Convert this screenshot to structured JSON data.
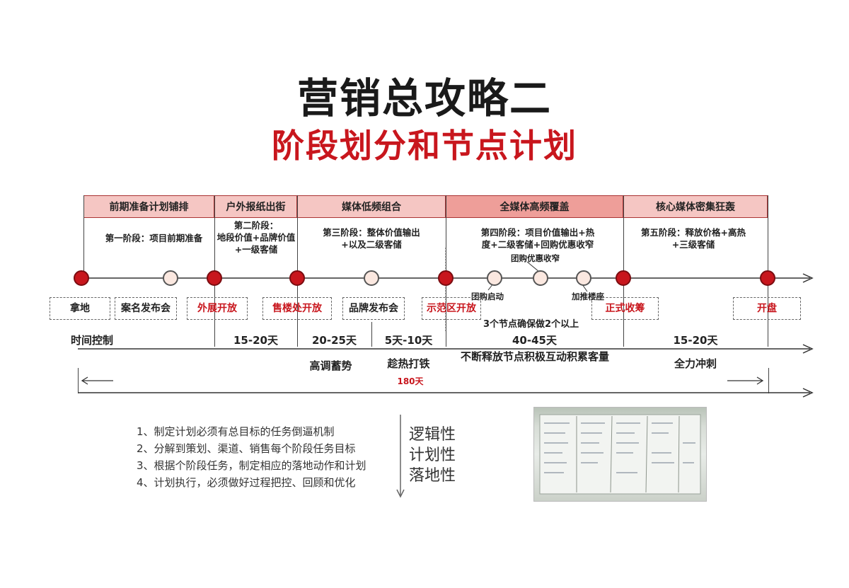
{
  "header": {
    "title": "营销总攻略二",
    "subtitle": "阶段划分和节点计划"
  },
  "phases": [
    {
      "label": "前期准备计划铺排",
      "desc": [
        "第一阶段：项目前期准备"
      ]
    },
    {
      "label": "户外报纸出街",
      "desc": [
        "第二阶段：",
        "地段价值+品牌价值",
        "+一级客储"
      ]
    },
    {
      "label": "媒体低频组合",
      "desc": [
        "第三阶段：整体价值输出",
        "+以及二级客储"
      ]
    },
    {
      "label": "全媒体高频覆盖",
      "desc": [
        "第四阶段：项目价值输出+热",
        "度+二级客储+回购优惠收窄"
      ]
    },
    {
      "label": "核心媒体密集狂轰",
      "desc": [
        "第五阶段：释放价格+高热",
        "+三级客储"
      ]
    }
  ],
  "minor_labels": {
    "group_discount": "团购优惠收窄",
    "group_start": "团购启动",
    "add_building": "加推楼座"
  },
  "milestones": [
    {
      "label": "拿地",
      "color": "dark"
    },
    {
      "label": "案名发布会",
      "color": "dark"
    },
    {
      "label": "外展开放",
      "color": "red"
    },
    {
      "label": "售楼处开放",
      "color": "red"
    },
    {
      "label": "品牌发布会",
      "color": "dark"
    },
    {
      "label": "示范区开放",
      "color": "red"
    },
    {
      "label": "正式收筹",
      "color": "red"
    },
    {
      "label": "开盘",
      "color": "red"
    }
  ],
  "timing": {
    "label": "时间控制",
    "note": "3个节点确保做2个以上",
    "durations": [
      "15-20天",
      "20-25天",
      "5天-10天",
      "40-45天",
      "15-20天"
    ],
    "themes": [
      "高调蓄势",
      "趁热打铁",
      "不断释放节点积极互动积累客量",
      "全力冲刺"
    ],
    "total": "180天"
  },
  "principles": [
    "1、制定计划必须有总目标的任务倒逼机制",
    "2、分解到策划、渠道、销售每个阶段任务目标",
    "3、根据个阶段任务，制定相应的落地动作和计划",
    "4、计划执行，必须做好过程把控、回顾和优化"
  ],
  "traits": [
    "逻辑性",
    "计划性",
    "落地性"
  ],
  "colors": {
    "accent": "#c8161d",
    "phase_light": "#f5c6c3",
    "phase_mid": "#ee9e99"
  }
}
